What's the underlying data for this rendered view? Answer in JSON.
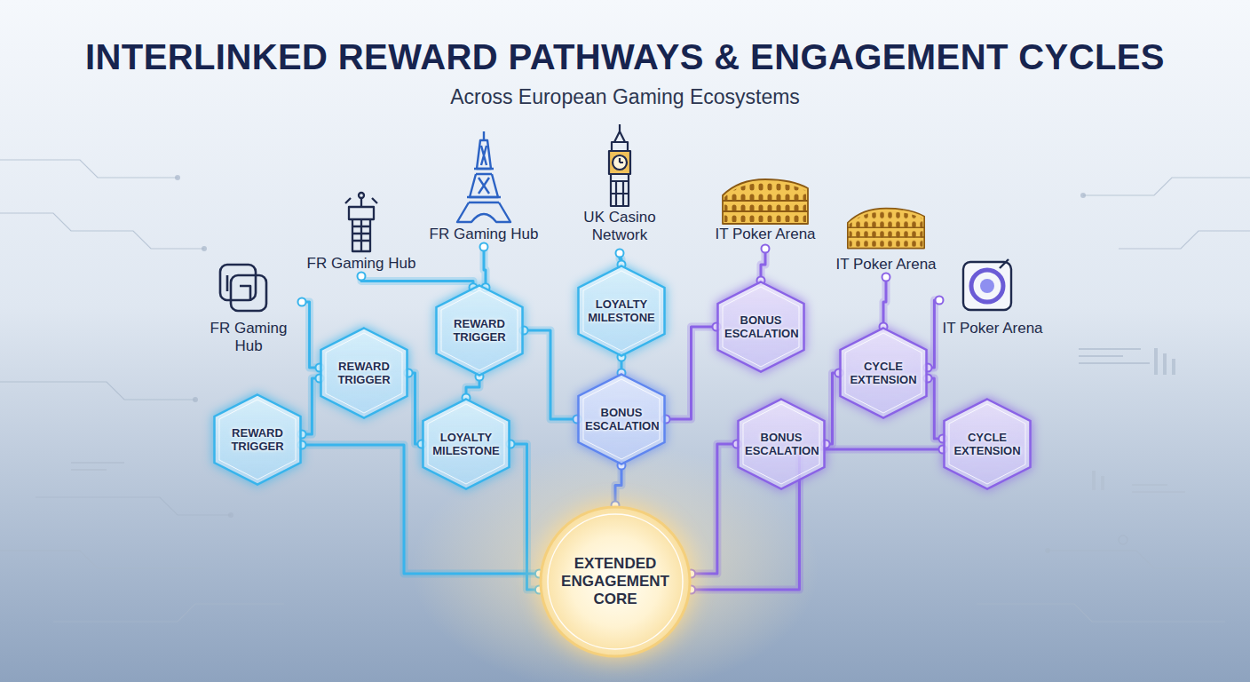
{
  "diagram": {
    "title": "INTERLINKED REWARD PATHWAYS & ENGAGEMENT CYCLES",
    "caption": "Across European Gaming Ecosystems",
    "nodes": [
      {
        "text": [
          "FR Gaming Hub"
        ]
      },
      {
        "text": [
          "FR Gaming Hub"
        ]
      },
      {
        "text": [
          "FR Gaming Hub"
        ]
      },
      {
        "text": [
          "UK Casino Network"
        ]
      },
      {
        "text": [
          "IT Poker Arena"
        ]
      },
      {
        "text": [
          "IT Poker Arena"
        ]
      },
      {
        "text": [
          "IT Poker Arena"
        ]
      },
      {
        "text": [
          "REWARD TRIGGER"
        ]
      },
      {
        "text": [
          "LOYALTY MILESTONE"
        ]
      },
      {
        "text": [
          "BONUS ESCALATION"
        ]
      },
      {
        "text": [
          "REWARD TRIGGER"
        ]
      },
      {
        "text": [
          "CYCLE EXTENSION"
        ]
      },
      {
        "text": [
          "BONUS ESCALATION"
        ]
      },
      {
        "text": [
          "REWARD TRIGGER"
        ]
      },
      {
        "text": [
          "LOYALTY MILESTONE"
        ]
      },
      {
        "text": [
          "BONUS ESCALATION"
        ]
      },
      {
        "text": [
          "CYCLE EXTENSION"
        ]
      },
      {
        "text": [
          "EXTENDED ENGAGEMENT CORE"
        ]
      }
    ],
    "edges": [
      {
        "from": 0,
        "to": 10,
        "arrow": "none"
      },
      {
        "from": 1,
        "to": 7,
        "arrow": "none"
      },
      {
        "from": 2,
        "to": 7,
        "arrow": "none"
      },
      {
        "from": 3,
        "to": 8,
        "arrow": "none"
      },
      {
        "from": 4,
        "to": 9,
        "arrow": "none"
      },
      {
        "from": 5,
        "to": 11,
        "arrow": "none"
      },
      {
        "from": 6,
        "to": 11,
        "arrow": "none"
      },
      {
        "from": 10,
        "to": 13,
        "arrow": "none"
      },
      {
        "from": 10,
        "to": 14,
        "arrow": "none"
      },
      {
        "from": 7,
        "to": 12,
        "arrow": "none"
      },
      {
        "from": 7,
        "to": 14,
        "arrow": "none"
      },
      {
        "from": 8,
        "to": 12,
        "arrow": "none"
      },
      {
        "from": 9,
        "to": 12,
        "arrow": "none"
      },
      {
        "from": 11,
        "to": 15,
        "arrow": "none"
      },
      {
        "from": 11,
        "to": 16,
        "arrow": "none"
      },
      {
        "from": 13,
        "to": 17,
        "arrow": "none"
      },
      {
        "from": 14,
        "to": 17,
        "arrow": "none"
      },
      {
        "from": 12,
        "to": 17,
        "arrow": "none"
      },
      {
        "from": 15,
        "to": 17,
        "arrow": "none"
      },
      {
        "from": 16,
        "to": 17,
        "arrow": "none"
      }
    ]
  }
}
